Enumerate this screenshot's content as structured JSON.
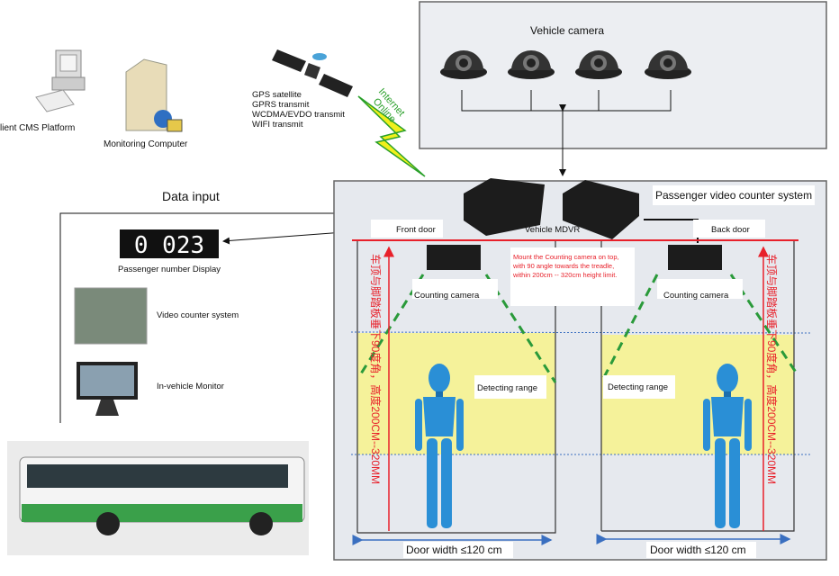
{
  "client": {
    "label": "lient CMS Platform"
  },
  "monitoring": {
    "label": "Monitoring Computer"
  },
  "satellite": {
    "lines": [
      "GPS satellite",
      "GPRS transmit",
      "WCDMA/EVDO transmit",
      "WIFI transmit"
    ]
  },
  "internet": {
    "line1": "Internet",
    "line2": "Online",
    "color": "#2aa02a"
  },
  "vehicle_camera": {
    "title": "Vehicle camera"
  },
  "data_input": {
    "label": "Data input"
  },
  "display": {
    "digits": "0 023",
    "label": "Passenger number Display"
  },
  "video_counter": {
    "label": "Video counter system"
  },
  "monitor": {
    "label": "In-vehicle Monitor"
  },
  "system": {
    "title": "Passenger video counter system",
    "front_door": "Front door",
    "back_door": "Back door",
    "mdvr": "Vehicle MDVR",
    "note": [
      "Mount the Counting camera on top,",
      "with 90 angle towards the treadle,",
      "within 200cm -- 320cm height limit."
    ],
    "counting_camera": "Counting camera",
    "detecting_range": "Detecting range",
    "door_width": "Door width ≤120 cm",
    "vertical_note": "车顶与脚踏板垂下90度角，高度200CM--320MM",
    "accent_red": "#e8202a",
    "range_color": "#f5f29a",
    "figure_color": "#2a8fd6"
  }
}
